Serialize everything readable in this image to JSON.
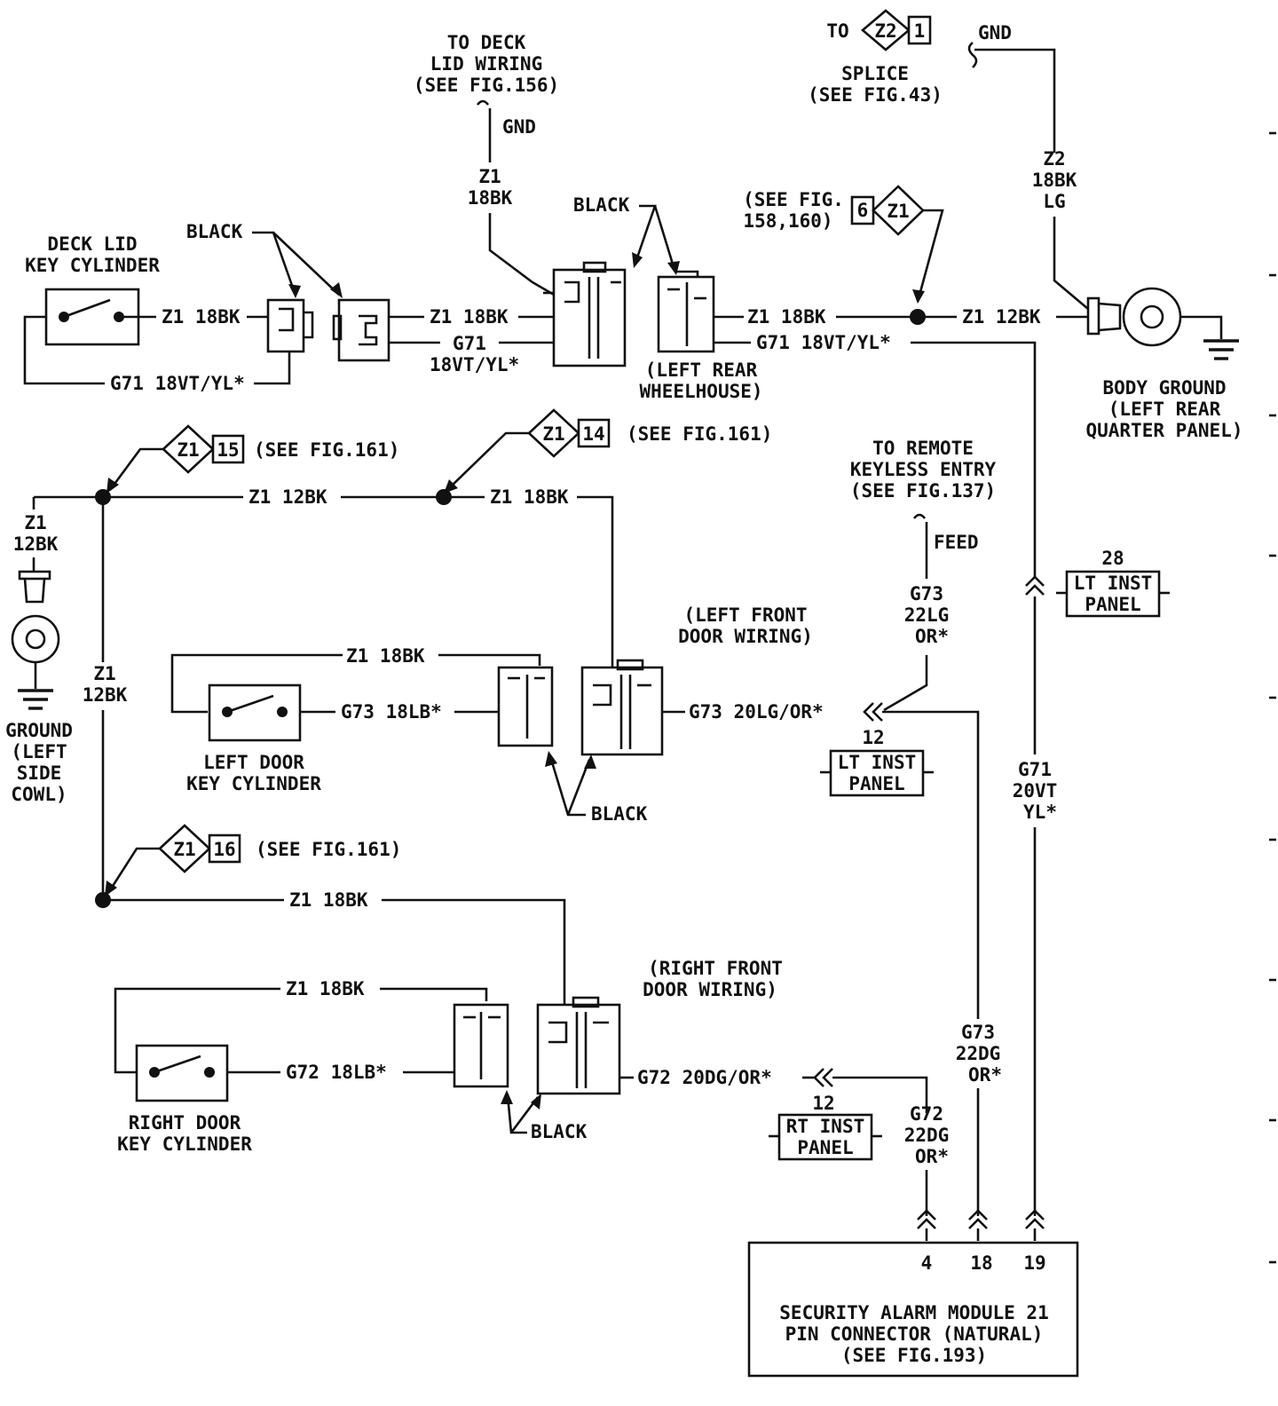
{
  "deck_lid_wiring": {
    "line1": "TO DECK",
    "line2": "LID WIRING",
    "line3": "(SEE FIG.156)",
    "gnd": "GND",
    "wire_circuit": "Z1",
    "wire_gauge": "18BK"
  },
  "splice_ref": {
    "to": "TO",
    "code": "Z2",
    "pin": "1",
    "label": "SPLICE",
    "see": "(SEE FIG.43)",
    "gnd": "GND"
  },
  "z2_wire": {
    "circuit": "Z2",
    "gauge": "18BK",
    "tracer": "LG"
  },
  "fig158_ref": {
    "line1": "(SEE FIG.",
    "line2": "158,160)",
    "pin": "6",
    "code": "Z1"
  },
  "deck_lid_key_cylinder": {
    "line1": "DECK LID",
    "line2": "KEY CYLINDER",
    "z1_label": "Z1 18BK",
    "g71_label": "G71 18VT/YL*"
  },
  "deck_connectors": {
    "black": "BLACK",
    "z1_label": "Z1 18BK",
    "g71_line1": "G71",
    "g71_line2": "18VT/YL*"
  },
  "wheelhouse": {
    "black": "BLACK",
    "line1": "(LEFT REAR",
    "line2": "WHEELHOUSE)",
    "z1_label": "Z1 18BK",
    "g71_label": "G71 18VT/YL*",
    "z1_12_label": "Z1 12BK"
  },
  "body_ground": {
    "line1": "BODY GROUND",
    "line2": "(LEFT REAR",
    "line3": "QUARTER PANEL)"
  },
  "z1_15_ref": {
    "code": "Z1",
    "pin": "15",
    "see": "(SEE FIG.161)"
  },
  "z1_14_ref": {
    "code": "Z1",
    "pin": "14",
    "see": "(SEE FIG.161)"
  },
  "z1_16_ref": {
    "code": "Z1",
    "pin": "16",
    "see": "(SEE FIG.161)"
  },
  "main_splice": {
    "z1_12bk": "Z1 12BK",
    "z1_18bk": "Z1 18BK"
  },
  "left_ground": {
    "wire_circuit": "Z1",
    "wire_gauge": "12BK",
    "line1": "GROUND",
    "line2": "(LEFT",
    "line3": "SIDE",
    "line4": "COWL)"
  },
  "vertical_z1": {
    "circuit": "Z1",
    "gauge": "12BK"
  },
  "remote_keyless": {
    "line1": "TO REMOTE",
    "line2": "KEYLESS ENTRY",
    "line3": "(SEE FIG.137)",
    "feed": "FEED",
    "g73_circuit": "G73",
    "g73_gauge": "22LG",
    "g73_tracer": "OR*"
  },
  "lt_inst_panel_28": {
    "pin": "28",
    "line1": "LT INST",
    "line2": "PANEL"
  },
  "left_front_door": {
    "line1": "(LEFT FRONT",
    "line2": "DOOR WIRING)",
    "z1_label": "Z1 18BK",
    "g73_label": "G73 18LB*",
    "g73_20_label": "G73 20LG/OR*",
    "black": "BLACK"
  },
  "left_door_key_cylinder": {
    "line1": "LEFT DOOR",
    "line2": "KEY CYLINDER"
  },
  "lt_inst_panel_12": {
    "pin": "12",
    "line1": "LT INST",
    "line2": "PANEL"
  },
  "g71_vertical": {
    "circuit": "G71",
    "gauge": "20VT",
    "tracer": "YL*"
  },
  "right_front_door": {
    "z1_top_label": "Z1 18BK",
    "line1": "(RIGHT FRONT",
    "line2": "DOOR WIRING)",
    "z1_label": "Z1 18BK",
    "g72_label": "G72 18LB*",
    "g72_20_label": "G72 20DG/OR*",
    "black": "BLACK"
  },
  "right_door_key_cylinder": {
    "line1": "RIGHT DOOR",
    "line2": "KEY CYLINDER"
  },
  "rt_inst_panel_12": {
    "pin": "12",
    "line1": "RT INST",
    "line2": "PANEL"
  },
  "g73_vertical": {
    "circuit": "G73",
    "gauge": "22DG",
    "tracer": "OR*"
  },
  "g72_vertical": {
    "circuit": "G72",
    "gauge": "22DG",
    "tracer": "OR*"
  },
  "security_module": {
    "pin_a": "4",
    "pin_b": "18",
    "pin_c": "19",
    "line1": "SECURITY ALARM MODULE 21",
    "line2": "PIN CONNECTOR (NATURAL)",
    "line3": "(SEE FIG.193)"
  }
}
